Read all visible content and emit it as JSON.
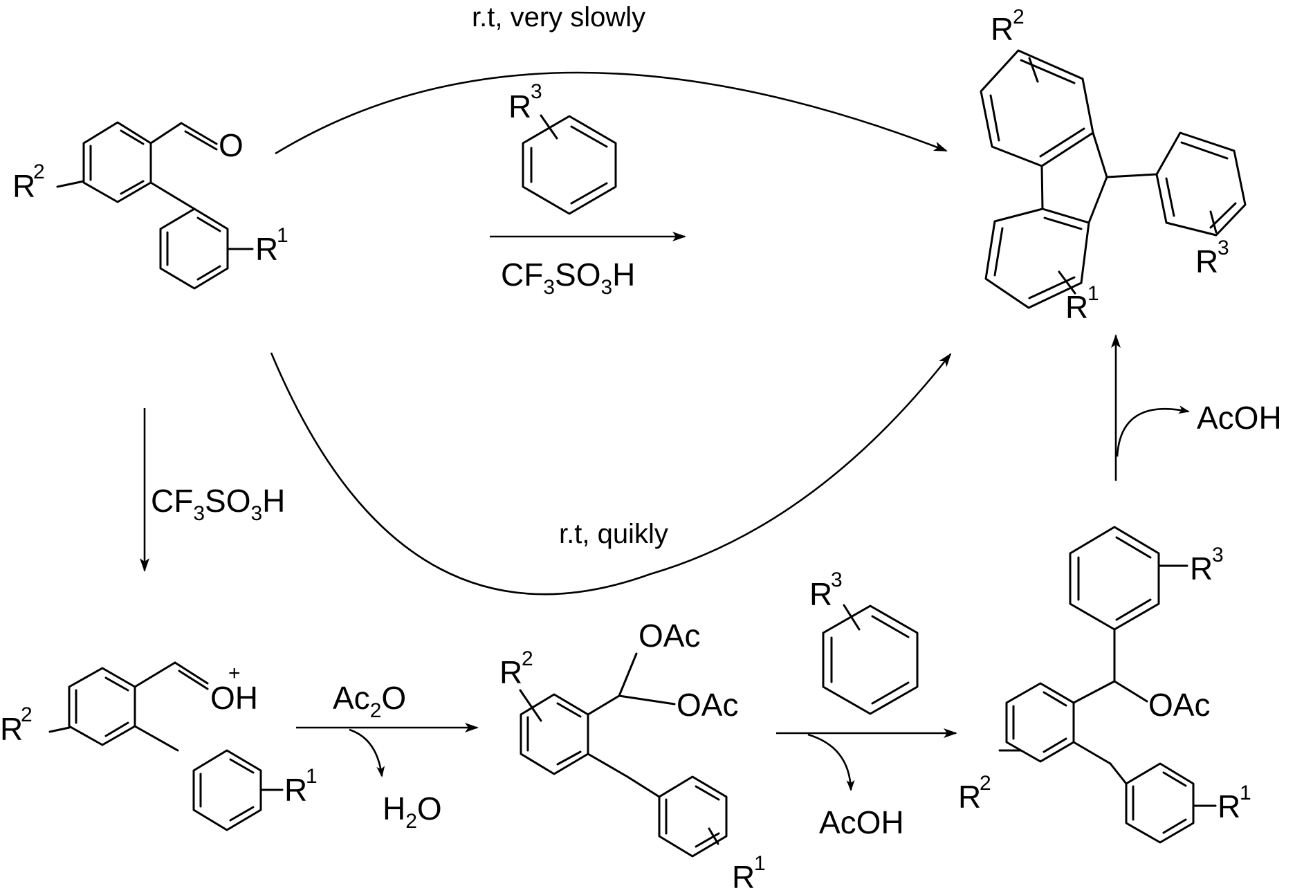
{
  "conditions": {
    "top_arc": "r.t, very slowly",
    "bottom_arc": "r.t,  quikly",
    "center_arrow_reagent": "CF3SO3H",
    "down_arrow_reagent": "CF3SO3H",
    "acetylation_reagent": "Ac2O",
    "water": "H2O",
    "acetic_acid_1": "AcOH",
    "acetic_acid_2": "AcOH"
  },
  "labels": {
    "R1": "R",
    "R1_num": "1",
    "R2": "R",
    "R2_num": "2",
    "R3": "R",
    "R3_num": "3",
    "oxygen": "O",
    "oxonium_oh": "OH",
    "plus": "+",
    "acetate": "OAc"
  }
}
